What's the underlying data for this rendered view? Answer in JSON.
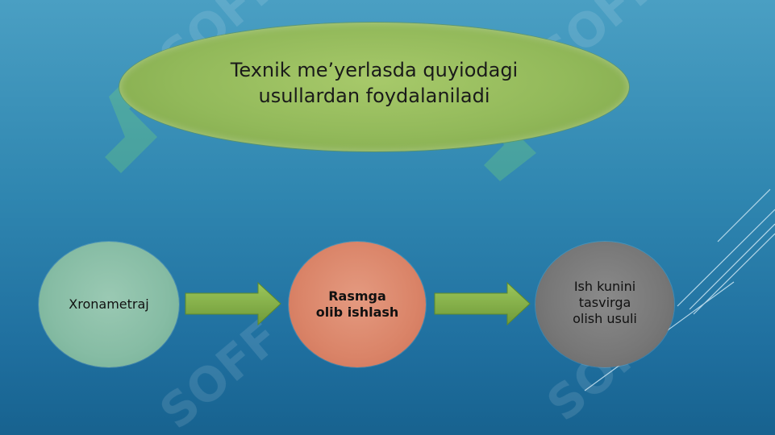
{
  "title": {
    "line1": "Texnik me’yerlasda quyiodagi",
    "line2": "usullardan foydalaniladi"
  },
  "nodes": [
    {
      "label": "Xronametraj"
    },
    {
      "label_line1": "Rasmga",
      "label_line2": "olib ishlash"
    },
    {
      "label_line1": "Ish kunini",
      "label_line2": "tasvirga",
      "label_line3": "olish usuli"
    }
  ],
  "watermark": {
    "text": "SOFF"
  },
  "colors": {
    "background": "#2f86b0",
    "title_ellipse": "#92b95a",
    "node_1": "#86bca4",
    "node_2": "#da8468",
    "node_3": "#777777",
    "arrow": "#7ea548"
  }
}
